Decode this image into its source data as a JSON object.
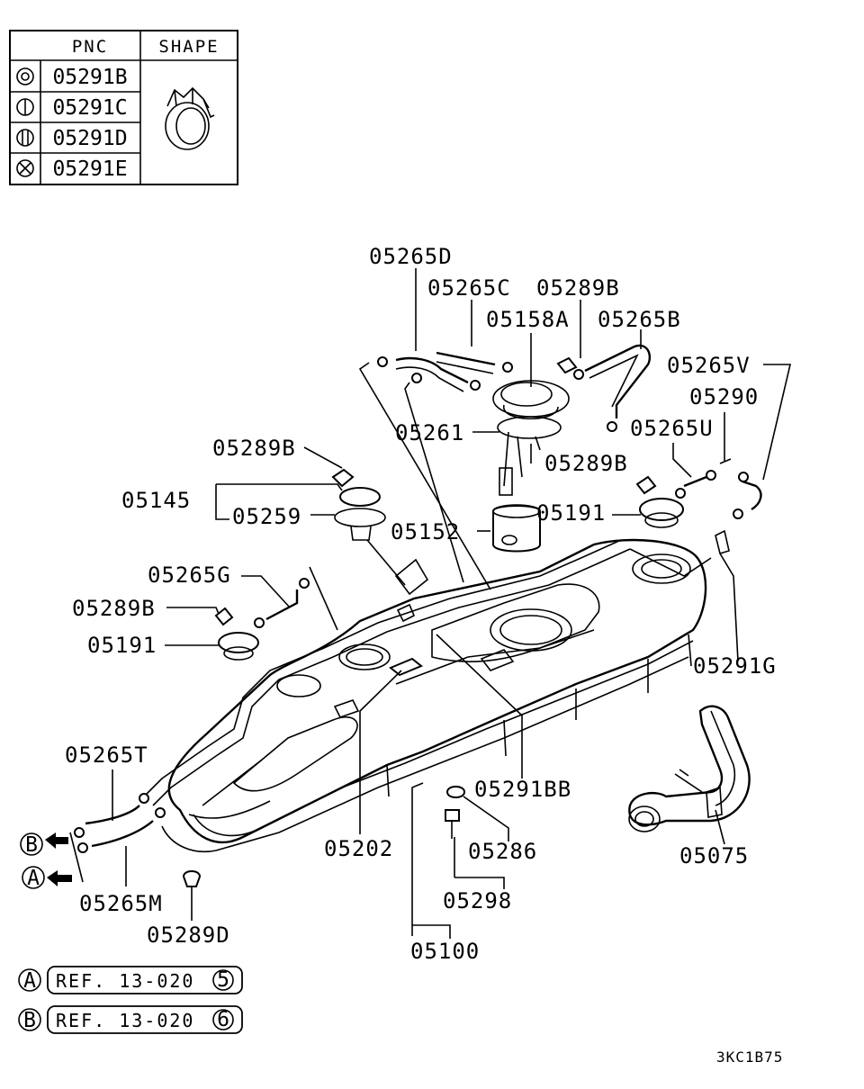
{
  "legend_table": {
    "headers": [
      "PNC",
      "SHAPE"
    ],
    "rows": [
      {
        "symbol": "double-circle",
        "pnc": "05291B"
      },
      {
        "symbol": "circle-single-bar",
        "pnc": "05291C"
      },
      {
        "symbol": "circle-double-bar",
        "pnc": "05291D"
      },
      {
        "symbol": "circle-x",
        "pnc": "05291E"
      }
    ],
    "shape_icon": "hose-clamp-icon"
  },
  "part_labels": {
    "p05265D": "05265D",
    "p05265C": "05265C",
    "p05289B_top": "05289B",
    "p05158A": "05158A",
    "p05265B": "05265B",
    "p05265V": "05265V",
    "p05290": "05290",
    "p05265U": "05265U",
    "p05261": "05261",
    "p05289B_mid": "05289B",
    "p05289B_left": "05289B",
    "p05145": "05145",
    "p05259": "05259",
    "p05191_right": "05191",
    "p05152": "05152",
    "p05265G": "05265G",
    "p05289B_low": "05289B",
    "p05191_left": "05191",
    "p05291G": "05291G",
    "p05265T": "05265T",
    "p05291BB": "05291BB",
    "p05202": "05202",
    "p05286": "05286",
    "p05075": "05075",
    "p05298": "05298",
    "p05265M": "05265M",
    "p05289D": "05289D",
    "p05100": "05100"
  },
  "arrow_markers": [
    {
      "letter": "B"
    },
    {
      "letter": "A"
    }
  ],
  "references": [
    {
      "letter": "A",
      "text": "REF. 13-020",
      "number": "5"
    },
    {
      "letter": "B",
      "text": "REF. 13-020",
      "number": "6"
    }
  ],
  "drawing_code": "3KC1B75"
}
